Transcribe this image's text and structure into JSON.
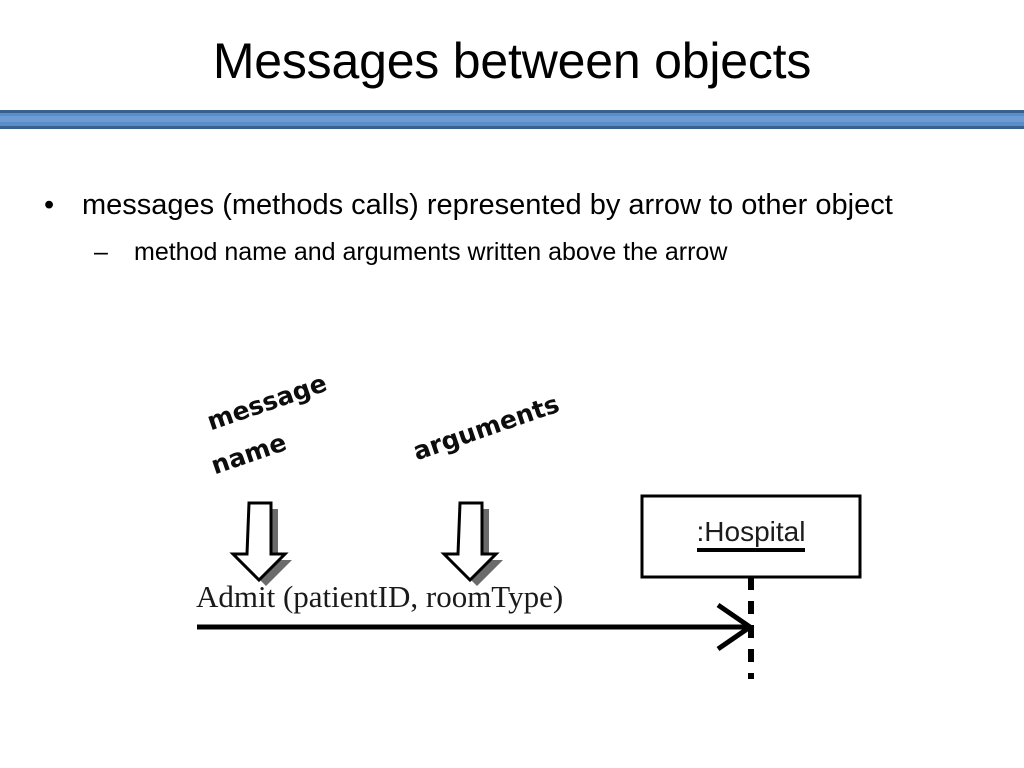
{
  "slide": {
    "title": "Messages between objects",
    "accent_color": "#5b8dc8",
    "accent_border_color": "#39618f",
    "background_color": "#ffffff",
    "text_color": "#000000"
  },
  "bullets": [
    {
      "level": 1,
      "marker": "•",
      "text": "messages (methods calls) represented by arrow to other object"
    },
    {
      "level": 2,
      "marker": "–",
      "text": "method name and arguments written above the arrow"
    }
  ],
  "diagram": {
    "type": "uml-sequence-message",
    "annotations": [
      {
        "name": "message-name-line-1",
        "text": "message"
      },
      {
        "name": "message-name-line-2",
        "text": "name"
      },
      {
        "name": "arguments",
        "text": "arguments"
      }
    ],
    "object_box": {
      "label": ":Hospital",
      "underlined": true
    },
    "message": {
      "signature": "Admit (patientID, roomType)",
      "method_name": "Admit",
      "arguments": "patientID, roomType"
    },
    "pointer_arrow_count": 2,
    "arrow_fill": "#ffffff",
    "arrow_stroke": "#000000",
    "arrow_shadow": "#666666",
    "lifeline_style": "dashed"
  }
}
